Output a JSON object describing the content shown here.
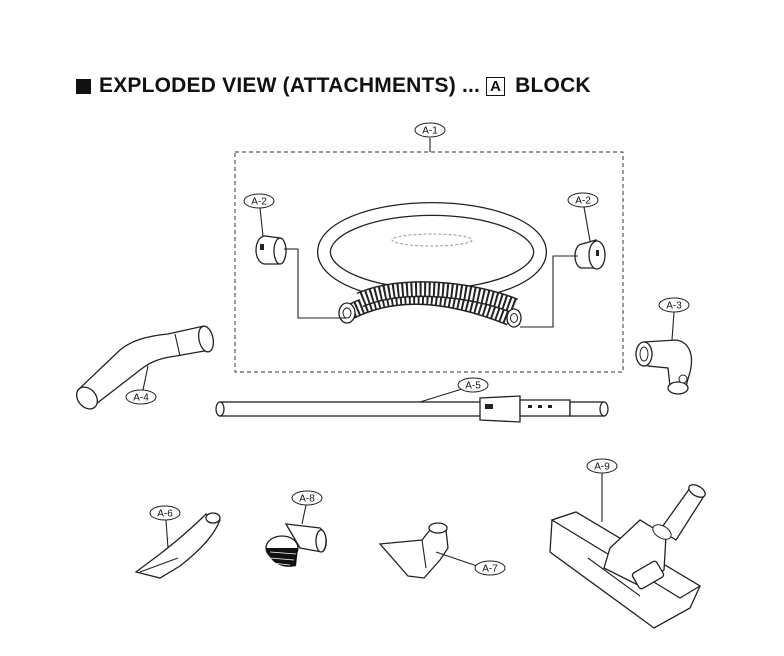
{
  "title": {
    "text": "EXPLODED VIEW (ATTACHMENTS) ...",
    "block_letter": "A",
    "block_suffix": "BLOCK"
  },
  "labels": {
    "a1": "A-1",
    "a2_left": "A-2",
    "a2_right": "A-2",
    "a3": "A-3",
    "a4": "A-4",
    "a5": "A-5",
    "a6": "A-6",
    "a7": "A-7",
    "a8": "A-8",
    "a9": "A-9"
  }
}
